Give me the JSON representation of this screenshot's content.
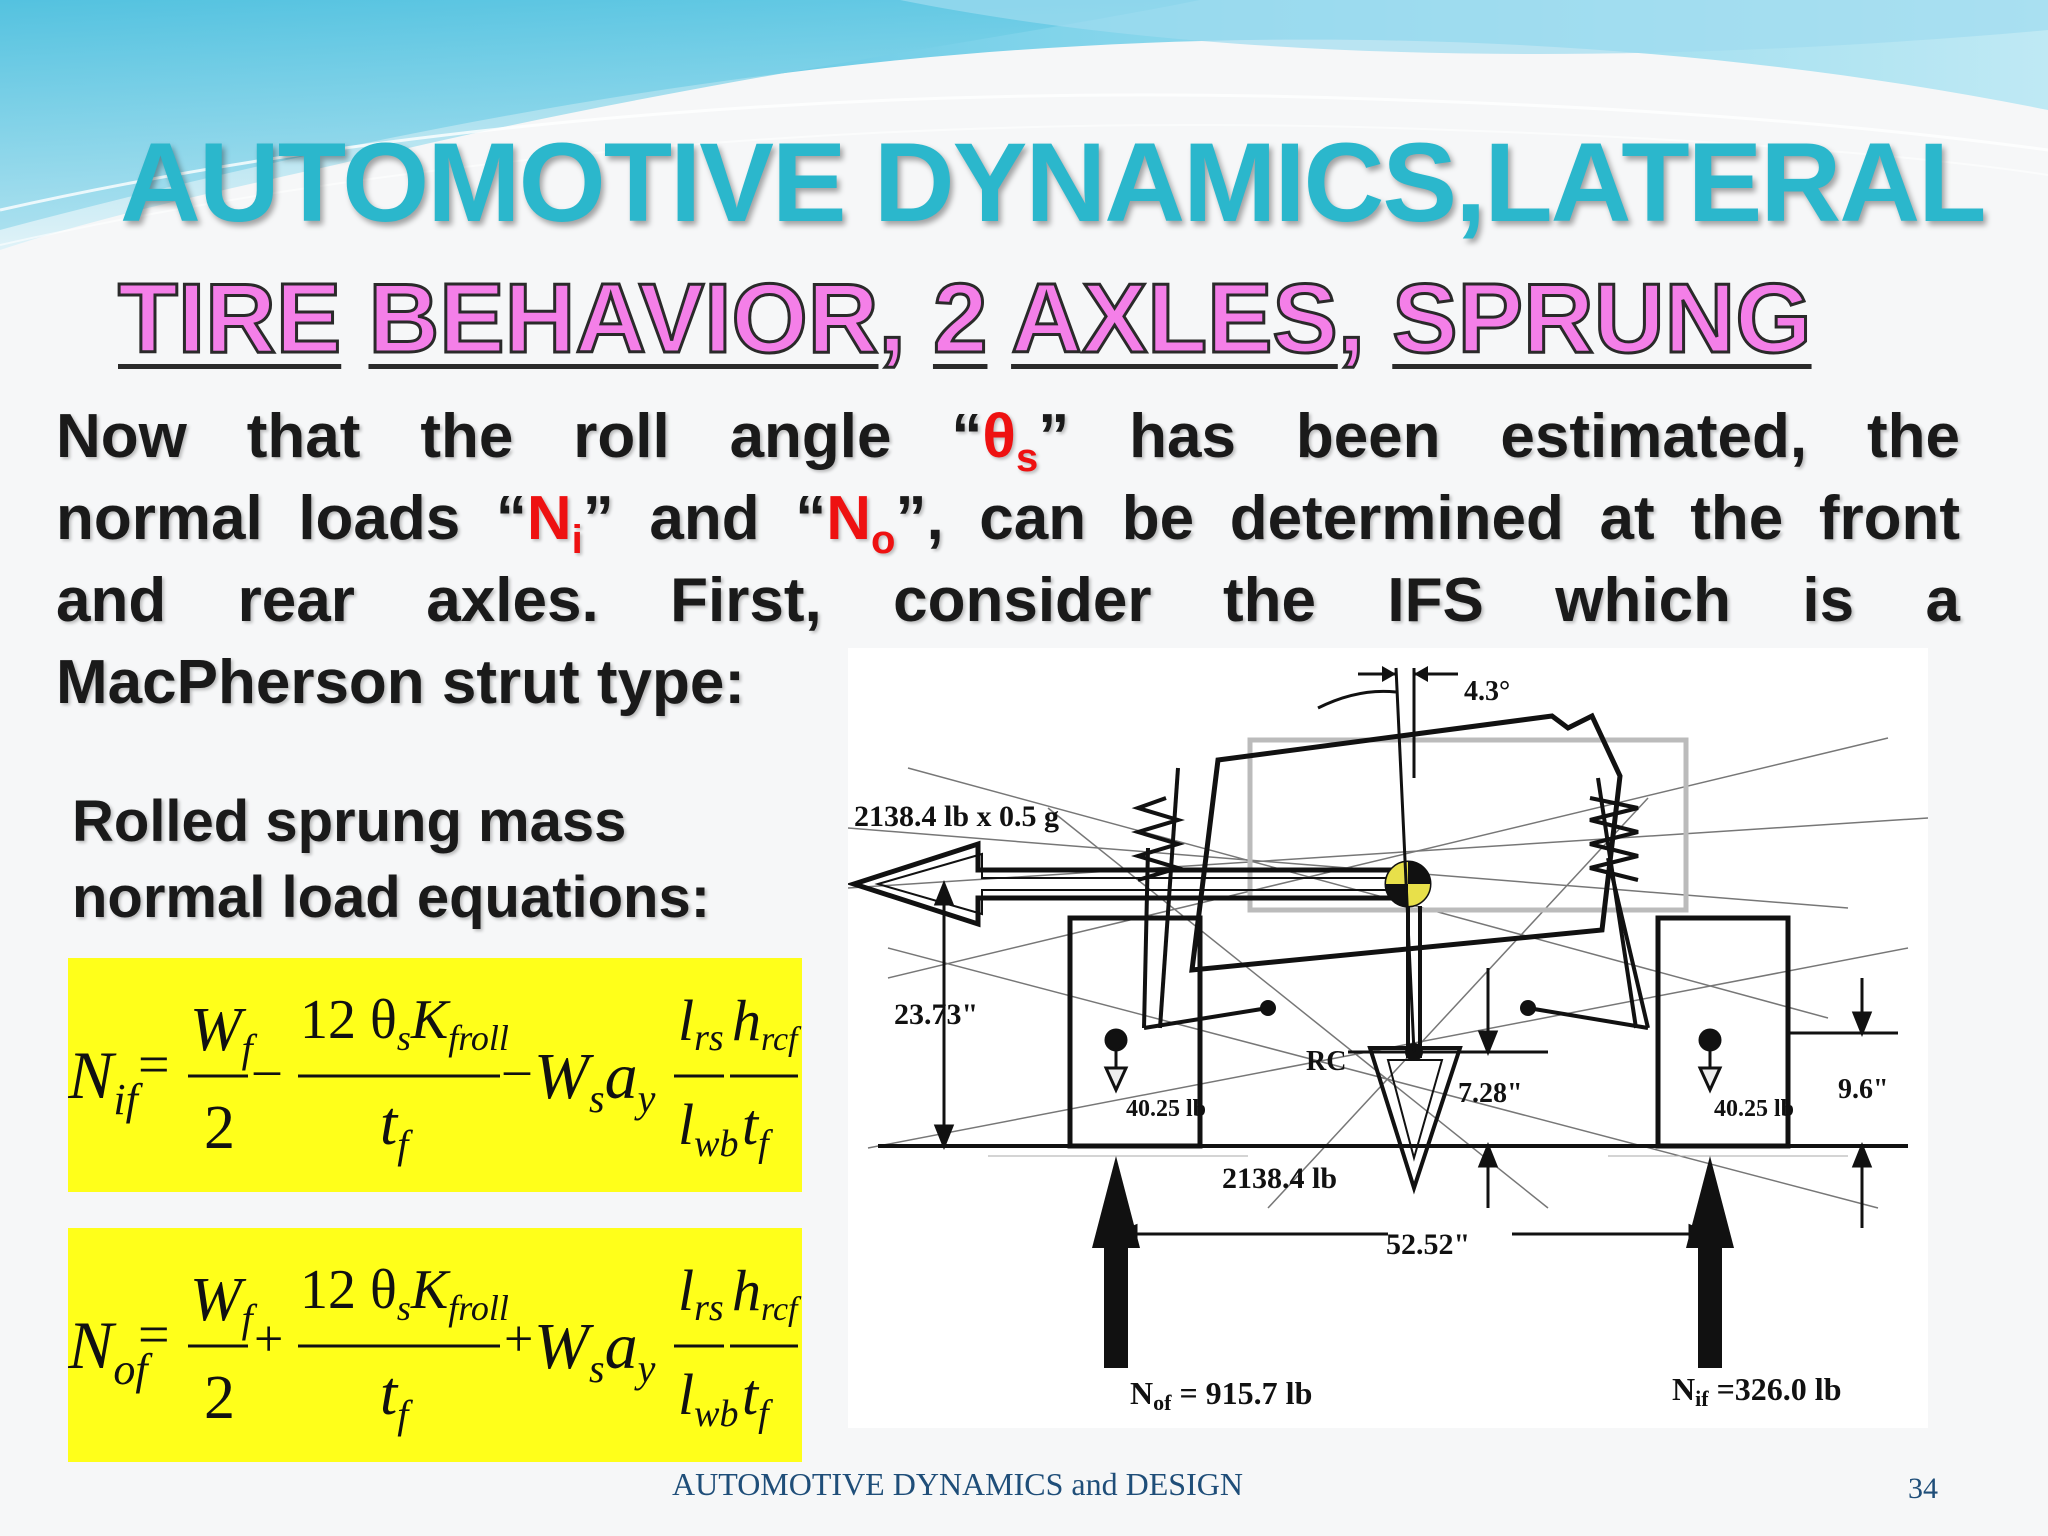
{
  "slide": {
    "title": "AUTOMOTIVE DYNAMICS,LATERAL",
    "subtitle": {
      "w1": "TIRE",
      "w2": "BEHAVIOR",
      "w3": "2",
      "w4": "AXLES",
      "w5": "SPRUNG",
      "comma": ","
    },
    "body": {
      "l1a": "Now that the roll angle “",
      "theta": "θ",
      "theta_sub": "s",
      "l1b": "” has been estimated, the",
      "l2a": "normal loads “",
      "ni": "N",
      "ni_sub": "i",
      "l2b": "” and “",
      "no": "N",
      "no_sub": "o",
      "l2c": "”, can be determined at the front",
      "l3": "and rear axles. First, consider the IFS which is a",
      "l4": "MacPherson strut type:"
    },
    "label_line1": "Rolled sprung mass",
    "label_line2": "normal load equations:",
    "eq1": {
      "lhs": "N",
      "lhs_sub": "if",
      "eq": "=",
      "t1_num": "W",
      "t1_num_sub": "f",
      "t1_den": "2",
      "op1": "–",
      "t2_num": "12 θ",
      "t2_num_sub1": "s",
      "t2_num_k": "K",
      "t2_num_sub2": "froll",
      "t2_den": "t",
      "t2_den_sub": "f",
      "op2": "–",
      "w": "W",
      "w_sub": "s",
      "a": "a",
      "a_sub": "y",
      "t3_num": "l",
      "t3_num_sub": "rs",
      "t3_den": "l",
      "t3_den_sub": "wb",
      "t4_num": "h",
      "t4_num_sub": "rcf",
      "t4_den": "t",
      "t4_den_sub": "f"
    },
    "eq2": {
      "lhs": "N",
      "lhs_sub": "of",
      "eq": "=",
      "t1_num": "W",
      "t1_num_sub": "f",
      "t1_den": "2",
      "op1": "+",
      "t2_num": "12 θ",
      "t2_num_sub1": "s",
      "t2_num_k": "K",
      "t2_num_sub2": "froll",
      "t2_den": "t",
      "t2_den_sub": "f",
      "op2": "+",
      "w": "W",
      "w_sub": "s",
      "a": "a",
      "a_sub": "y",
      "t3_num": "l",
      "t3_num_sub": "rs",
      "t3_den": "l",
      "t3_den_sub": "wb",
      "t4_num": "h",
      "t4_num_sub": "rcf",
      "t4_den": "t",
      "t4_den_sub": "f"
    },
    "diagram": {
      "angle": "4.3°",
      "force": "2138.4 lb x  0.5 g",
      "h1": "23.73\"",
      "rc": "RC",
      "h2": "7.28\"",
      "h3": "9.6\"",
      "left_wt": "40.25 lb",
      "right_wt": "40.25 lb",
      "weight": "2138.4 lb",
      "track": "52.52\"",
      "nof": "N",
      "nof_sub": "of",
      "nof_val": " = 915.7 lb",
      "nif": "N",
      "nif_sub": "if",
      "nif_val": " =326.0 lb"
    },
    "footer": "AUTOMOTIVE DYNAMICS and DESIGN",
    "page": "34"
  }
}
